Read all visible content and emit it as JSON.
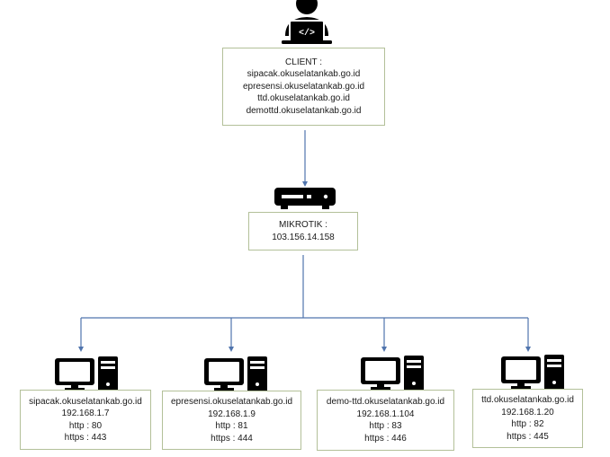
{
  "colors": {
    "connector": "#4f74ad",
    "box_border": "#b3c099",
    "icon": "#000000"
  },
  "client": {
    "icon": "user-laptop-code-icon",
    "title": "CLIENT :",
    "domains": [
      "sipacak.okuselatankab.go.id",
      "epresensi.okuselatankab.go.id",
      "ttd.okuselatankab.go.id",
      "demottd.okuselatankab.go.id"
    ]
  },
  "router": {
    "icon": "router-icon",
    "title": "MIKROTIK :",
    "ip": "103.156.14.158"
  },
  "servers": [
    {
      "icon": "desktop-computer-icon",
      "domain": "sipacak.okuselatankab.go.id",
      "ip": "192.168.1.7",
      "http": "http : 80",
      "https": "https : 443"
    },
    {
      "icon": "desktop-computer-icon",
      "domain": "epresensi.okuselatankab.go.id",
      "ip": "192.168.1.9",
      "http": "http : 81",
      "https": "https : 444"
    },
    {
      "icon": "desktop-computer-icon",
      "domain": "demo-ttd.okuselatankab.go.id",
      "ip": "192.168.1.104",
      "http": "http : 83",
      "https": "https : 446"
    },
    {
      "icon": "desktop-computer-icon",
      "domain": "ttd.okuselatankab.go.id",
      "ip": "192.168.1.20",
      "http": "http : 82",
      "https": "https : 445"
    }
  ]
}
